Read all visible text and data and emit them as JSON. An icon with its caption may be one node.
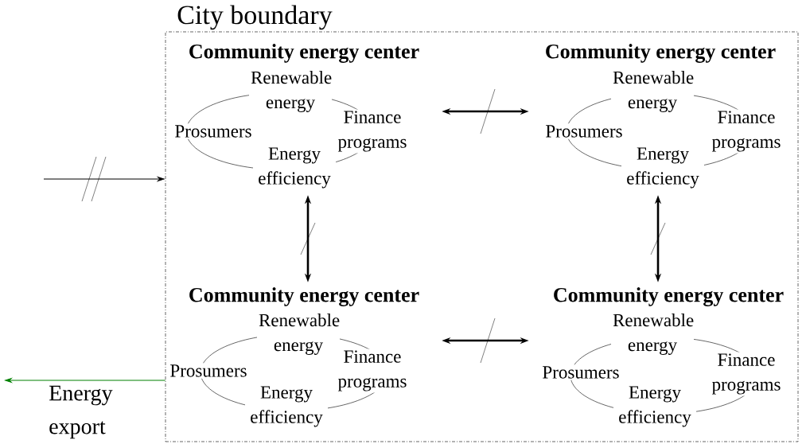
{
  "diagram": {
    "nodes": [
      {
        "text": [
          "City boundary"
        ]
      },
      {
        "text": [
          "Community energy center",
          "Renewable energy",
          "Prosumers",
          "Finance programs",
          "Energy efficiency"
        ],
        "in": 0
      },
      {
        "text": [
          "Community energy center",
          "Renewable energy",
          "Prosumers",
          "Finance programs",
          "Energy efficiency"
        ],
        "in": 0
      },
      {
        "text": [
          "Community energy center",
          "Renewable energy",
          "Prosumers",
          "Finance programs",
          "Energy efficiency"
        ],
        "in": 0
      },
      {
        "text": [
          "Community energy center",
          "Renewable energy",
          "Prosumers",
          "Finance programs",
          "Energy efficiency"
        ],
        "in": 0
      }
    ],
    "edges": [
      {
        "from": null,
        "to": 0,
        "arrow": "to"
      },
      {
        "from": 1,
        "to": 2,
        "arrow": "both"
      },
      {
        "from": 1,
        "to": 3,
        "arrow": "both"
      },
      {
        "from": 2,
        "to": 4,
        "arrow": "both"
      },
      {
        "from": 3,
        "to": 4,
        "arrow": "both"
      },
      {
        "from": 0,
        "to": null,
        "arrow": "to",
        "color": "#008000",
        "label": "Energy export"
      }
    ]
  }
}
